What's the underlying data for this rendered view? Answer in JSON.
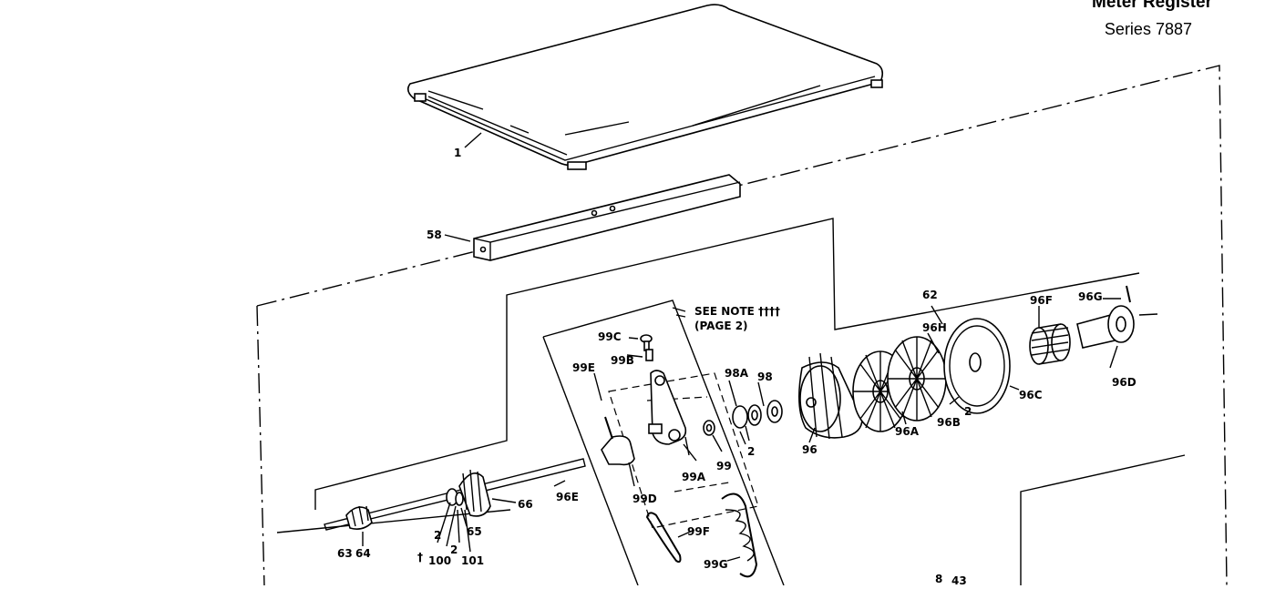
{
  "header": {
    "title": "Meter Register",
    "series": "Series 7887"
  },
  "note": {
    "line1": "SEE NOTE ††††",
    "line2": "(PAGE 2)"
  },
  "callouts": {
    "c1": "1",
    "c58": "58",
    "c62": "62",
    "c96F": "96F",
    "c96G": "96G",
    "c96H": "96H",
    "c96D": "96D",
    "c96C": "96C",
    "c96B": "96B",
    "c96A": "96A",
    "c96": "96",
    "c2a": "2",
    "c2b": "2",
    "c2c": "2",
    "c2d": "2",
    "c98A": "98A",
    "c98": "98",
    "c99": "99",
    "c99A": "99A",
    "c99B": "99B",
    "c99C": "99C",
    "c99D": "99D",
    "c99E": "99E",
    "c99F": "99F",
    "c99G": "99G",
    "c96E": "96E",
    "c66": "66",
    "c65": "65",
    "c63": "63",
    "c64": "64",
    "c100": "100",
    "c101": "101",
    "c8": "8",
    "c43": "43",
    "cDagger": "†"
  }
}
